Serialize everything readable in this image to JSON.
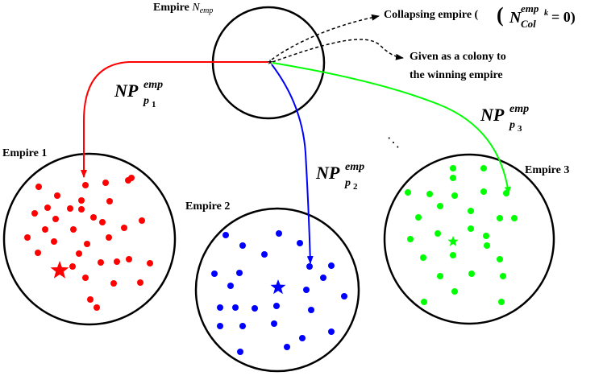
{
  "labels": {
    "empire_n_prefix": "Empire ",
    "empire_n_var": "N",
    "empire_n_sub": "emp",
    "empire1": "Empire 1",
    "empire2": "Empire 2",
    "empire3": "Empire 3",
    "collapsing_prefix": "Collapsing empire (",
    "collapsing_var": "N",
    "collapsing_sup": "emp",
    "collapsing_sup_sub": "k",
    "collapsing_sub": "Col",
    "collapsing_eq": " = 0)",
    "given_line1": "Given as a colony to",
    "given_line2": "the winning empire",
    "ellipsis": "⋱"
  },
  "probabilities": [
    {
      "base": "NP",
      "sup": "emp",
      "sub": "p",
      "index": "1"
    },
    {
      "base": "NP",
      "sup": "emp",
      "sub": "p",
      "index": "2"
    },
    {
      "base": "NP",
      "sup": "emp",
      "sub": "p",
      "index": "3"
    }
  ],
  "colors": {
    "empire1": "#ff0000",
    "empire2": "#0000ff",
    "empire3": "#00ff00",
    "arrow1": "#ff0000",
    "arrow2": "#0000ff",
    "arrow3": "#00ff00",
    "outline": "#000000"
  },
  "icons": {
    "imperialist": "star",
    "colony": "dot"
  }
}
